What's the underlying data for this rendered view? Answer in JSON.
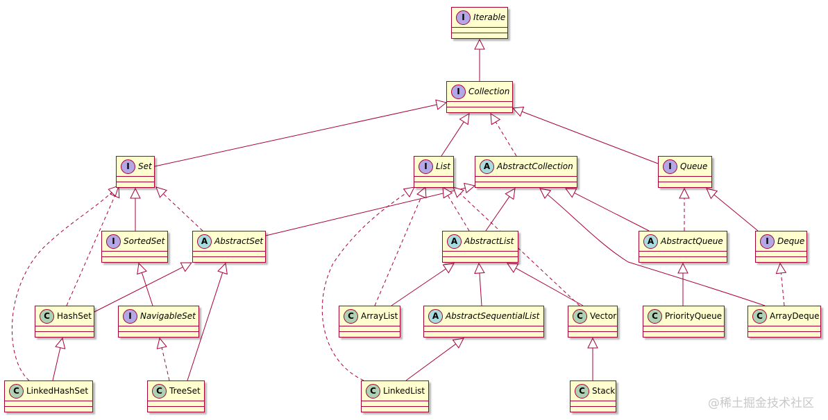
{
  "nodes": {
    "iterable": {
      "kind": "I",
      "label": "Iterable"
    },
    "collection": {
      "kind": "I",
      "label": "Collection"
    },
    "set": {
      "kind": "I",
      "label": "Set"
    },
    "list": {
      "kind": "I",
      "label": "List"
    },
    "abstractcollection": {
      "kind": "A",
      "label": "AbstractCollection"
    },
    "queue": {
      "kind": "I",
      "label": "Queue"
    },
    "sortedset": {
      "kind": "I",
      "label": "SortedSet"
    },
    "abstractset": {
      "kind": "A",
      "label": "AbstractSet"
    },
    "abstractlist": {
      "kind": "A",
      "label": "AbstractList"
    },
    "abstractqueue": {
      "kind": "A",
      "label": "AbstractQueue"
    },
    "deque": {
      "kind": "I",
      "label": "Deque"
    },
    "hashset": {
      "kind": "C",
      "label": "HashSet"
    },
    "navigableset": {
      "kind": "I",
      "label": "NavigableSet"
    },
    "arraylist": {
      "kind": "C",
      "label": "ArrayList"
    },
    "abstractsequentiallist": {
      "kind": "A",
      "label": "AbstractSequentialList"
    },
    "vector": {
      "kind": "C",
      "label": "Vector"
    },
    "priorityqueue": {
      "kind": "C",
      "label": "PriorityQueue"
    },
    "arraydeque": {
      "kind": "C",
      "label": "ArrayDeque"
    },
    "linkedhashset": {
      "kind": "C",
      "label": "LinkedHashSet"
    },
    "treeset": {
      "kind": "C",
      "label": "TreeSet"
    },
    "linkedlist": {
      "kind": "C",
      "label": "LinkedList"
    },
    "stack": {
      "kind": "C",
      "label": "Stack"
    }
  },
  "edges": [
    {
      "from": "collection",
      "to": "iterable",
      "style": "solid"
    },
    {
      "from": "set",
      "to": "collection",
      "style": "solid"
    },
    {
      "from": "list",
      "to": "collection",
      "style": "solid"
    },
    {
      "from": "abstractcollection",
      "to": "collection",
      "style": "dashed"
    },
    {
      "from": "queue",
      "to": "collection",
      "style": "solid"
    },
    {
      "from": "sortedset",
      "to": "set",
      "style": "solid"
    },
    {
      "from": "abstractset",
      "to": "set",
      "style": "dashed"
    },
    {
      "from": "abstractset",
      "to": "abstractcollection",
      "style": "solid"
    },
    {
      "from": "hashset",
      "to": "set",
      "style": "dashed"
    },
    {
      "from": "hashset",
      "to": "abstractset",
      "style": "solid"
    },
    {
      "from": "linkedhashset",
      "to": "set",
      "style": "dashed"
    },
    {
      "from": "linkedhashset",
      "to": "hashset",
      "style": "solid"
    },
    {
      "from": "navigableset",
      "to": "sortedset",
      "style": "solid"
    },
    {
      "from": "treeset",
      "to": "navigableset",
      "style": "dashed"
    },
    {
      "from": "treeset",
      "to": "abstractset",
      "style": "solid"
    },
    {
      "from": "abstractlist",
      "to": "list",
      "style": "dashed"
    },
    {
      "from": "abstractlist",
      "to": "abstractcollection",
      "style": "solid"
    },
    {
      "from": "arraylist",
      "to": "list",
      "style": "dashed"
    },
    {
      "from": "arraylist",
      "to": "abstractlist",
      "style": "solid"
    },
    {
      "from": "abstractsequentiallist",
      "to": "abstractlist",
      "style": "solid"
    },
    {
      "from": "linkedlist",
      "to": "list",
      "style": "dashed"
    },
    {
      "from": "linkedlist",
      "to": "abstractsequentiallist",
      "style": "solid"
    },
    {
      "from": "vector",
      "to": "list",
      "style": "dashed"
    },
    {
      "from": "vector",
      "to": "abstractlist",
      "style": "solid"
    },
    {
      "from": "stack",
      "to": "vector",
      "style": "solid"
    },
    {
      "from": "abstractqueue",
      "to": "queue",
      "style": "dashed"
    },
    {
      "from": "abstractqueue",
      "to": "abstractcollection",
      "style": "solid"
    },
    {
      "from": "priorityqueue",
      "to": "abstractqueue",
      "style": "solid"
    },
    {
      "from": "deque",
      "to": "queue",
      "style": "solid"
    },
    {
      "from": "arraydeque",
      "to": "deque",
      "style": "dashed"
    },
    {
      "from": "arraydeque",
      "to": "abstractcollection",
      "style": "solid"
    }
  ],
  "watermark": "@稀土掘金技术社区"
}
